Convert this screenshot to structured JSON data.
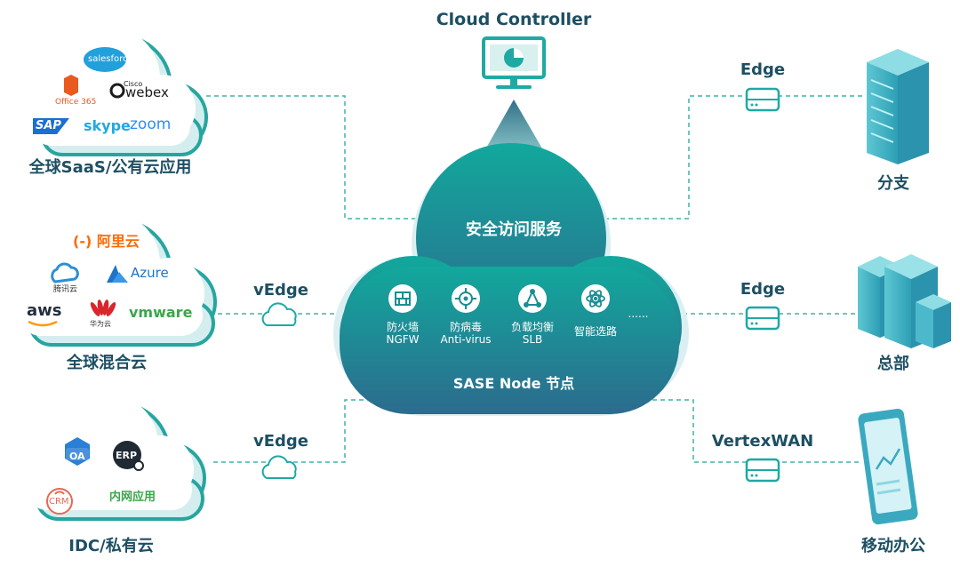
{
  "cloud_controller": "Cloud Controller",
  "center": {
    "service": "安全访问服务",
    "node": "SASE Node 节点",
    "features": [
      {
        "icon": "firewall-icon",
        "line1": "防火墙",
        "line2": "NGFW"
      },
      {
        "icon": "antivirus-icon",
        "line1": "防病毒",
        "line2": "Anti-virus"
      },
      {
        "icon": "load-balance-icon",
        "line1": "负载均衡",
        "line2": "SLB"
      },
      {
        "icon": "smart-routing-icon",
        "line1": "智能选路",
        "line2": ""
      }
    ],
    "more": "......"
  },
  "left": {
    "saas": {
      "label": "全球SaaS/公有云应用",
      "logos": [
        "salesforce",
        "Office 365",
        "Cisco",
        "webex",
        "SAP",
        "skype",
        "zoom"
      ]
    },
    "hybrid": {
      "label": "全球混合云",
      "vedge": "vEdge",
      "logos": [
        "(-) 阿里云",
        "腾讯云",
        "Azure",
        "aws",
        "华为云",
        "vmware"
      ]
    },
    "idc": {
      "label": "IDC/私有云",
      "vedge": "vEdge",
      "logos": [
        "OA",
        "ERP",
        "CRM",
        "内网应用"
      ]
    }
  },
  "right": {
    "branch": {
      "label": "分支",
      "link": "Edge"
    },
    "hq": {
      "label": "总部",
      "link": "Edge"
    },
    "mobile": {
      "label": "移动办公",
      "link": "VertexWAN"
    }
  },
  "colors": {
    "label": "#1d4f63",
    "teal": "#1fa9a3",
    "dashed": "#3fb3aa",
    "cloud_top": "#14a79d",
    "cloud_bottom": "#2b6d8f",
    "cloud_shadow": "#d7eef0",
    "building": "#3fb7c8"
  }
}
